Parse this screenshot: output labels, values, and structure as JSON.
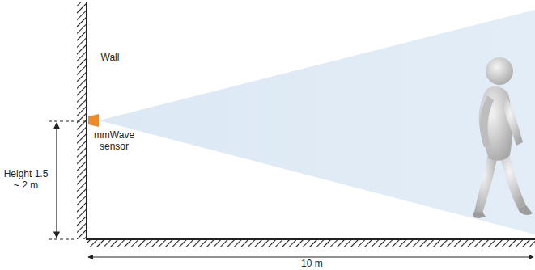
{
  "diagram": {
    "labels": [
      "Wall",
      "mmWave sensor",
      "Height 1.5 ~ 2 m",
      "10 m"
    ]
  }
}
